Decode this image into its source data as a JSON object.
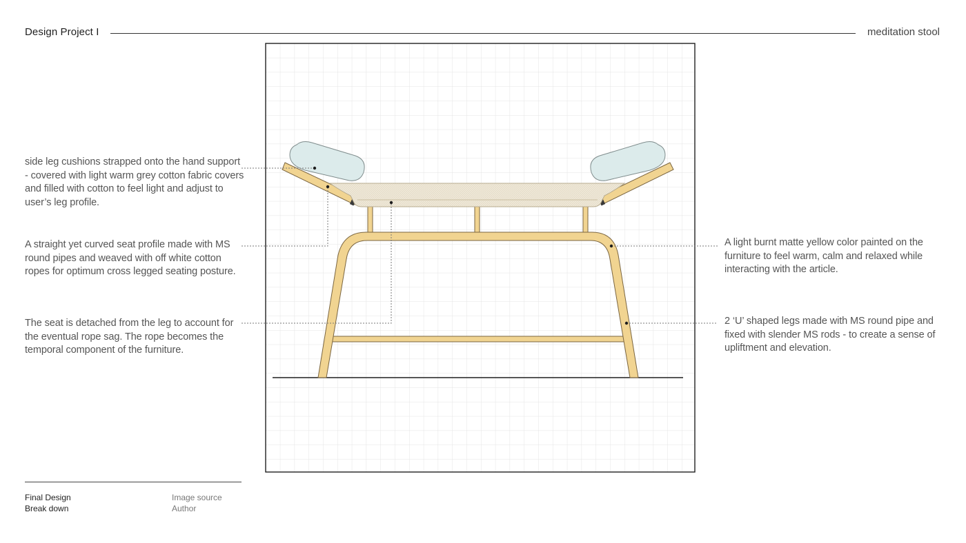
{
  "header": {
    "title": "Design Project I",
    "subtitle": "meditation stool"
  },
  "annotations": {
    "cushions": "side leg cushions strapped onto the hand support - covered with light warm grey cotton fabric covers and filled with cotton to feel light and adjust to user’s leg profile.",
    "seat_profile": "A straight yet curved seat profile made with MS round pipes and weaved with off white cotton ropes for optimum cross legged seating posture.",
    "detached_seat": "The seat is detached from the leg to account for the eventual rope sag. The rope becomes the temporal component of the furniture.",
    "color": "A light burnt matte yellow color painted on the furniture to feel warm, calm and relaxed while interacting with the article.",
    "legs": "2 ‘U’ shaped legs made with MS round pipe and fixed with slender MS rods - to create a sense of upliftment and elevation."
  },
  "footer": {
    "line1": "Final Design",
    "line2": "Break down",
    "label1": "Image source",
    "label2": "Author"
  },
  "colors": {
    "frame_yellow": "#f1d491",
    "frame_outline": "#7a6540",
    "cushion_blue": "#dcebeb",
    "seat_offwhite": "#efe9d9",
    "grid": "#e6e6e6"
  }
}
